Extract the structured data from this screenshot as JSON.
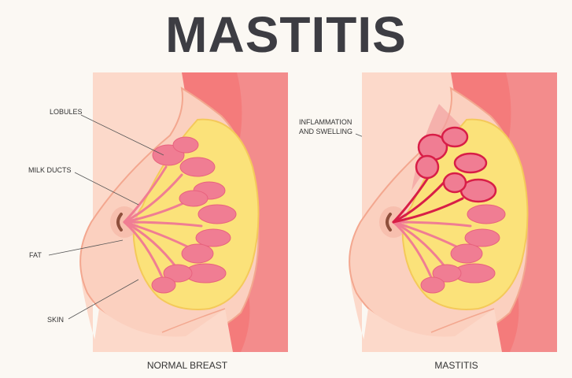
{
  "title": "MASTITIS",
  "panels": [
    {
      "caption": "NORMAL BREAST",
      "labels": [
        "LOBULES",
        "MILK DUCTS",
        "FAT",
        "SKIN"
      ]
    },
    {
      "caption": "MASTITIS",
      "labels": [
        "INFLAMMATION\nAND SWELLING"
      ]
    }
  ],
  "colors": {
    "background": "#fbf8f3",
    "skin": "#fbd6c6",
    "chest_wall": "#f47b7b",
    "fat": "#fbe27a",
    "gland": "#f07d93",
    "inflamed": "#d81e47"
  }
}
